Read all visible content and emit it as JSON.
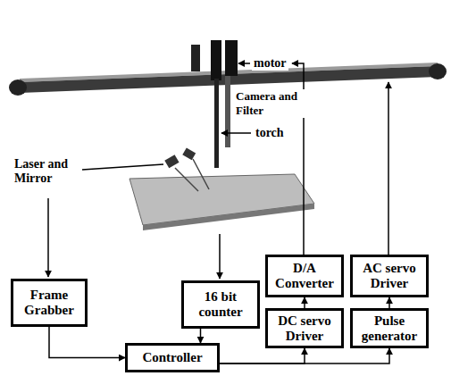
{
  "diagram": {
    "nodes": [
      {
        "text": [
          "Frame Grabber"
        ]
      },
      {
        "text": [
          "16 bit counter"
        ]
      },
      {
        "text": [
          "D/A Converter"
        ]
      },
      {
        "text": [
          "AC servo Driver"
        ]
      },
      {
        "text": [
          "DC servo Driver"
        ]
      },
      {
        "text": [
          "Pulse generator"
        ]
      },
      {
        "text": [
          "Controller"
        ]
      }
    ],
    "edges": [
      {
        "from": 0,
        "to": 6,
        "arrow": "to"
      },
      {
        "from": 1,
        "to": 6,
        "arrow": "to"
      },
      {
        "from": 6,
        "to": 4,
        "arrow": "to"
      },
      {
        "from": 6,
        "to": 5,
        "arrow": "to"
      },
      {
        "from": 4,
        "to": 2,
        "arrow": "to"
      },
      {
        "from": 5,
        "to": 3,
        "arrow": "to"
      }
    ],
    "labels": [
      "Laser and Mirror",
      "Camera and Filter",
      "motor",
      "torch"
    ]
  }
}
